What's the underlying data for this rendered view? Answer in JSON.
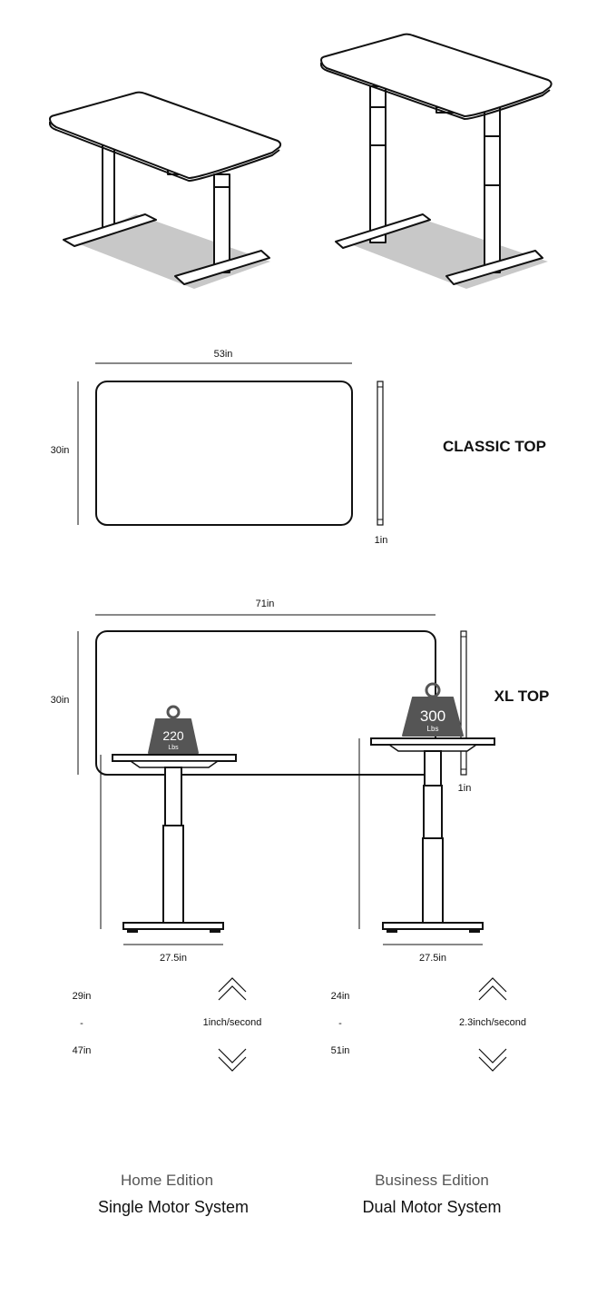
{
  "classic_top": {
    "label": "CLASSIC TOP",
    "width": "53in",
    "depth": "30in",
    "thickness": "1in"
  },
  "xl_top": {
    "label": "XL TOP",
    "width": "71in",
    "depth": "30in",
    "thickness": "1in"
  },
  "home_edition": {
    "weight_value": "220",
    "weight_unit": "Lbs",
    "height_min": "29in",
    "height_sep": "-",
    "height_max": "47in",
    "speed": "1inch/second",
    "base_width": "27.5in",
    "edition": "Home Edition",
    "system": "Single Motor System"
  },
  "business_edition": {
    "weight_value": "300",
    "weight_unit": "Lbs",
    "height_min": "24in",
    "height_sep": "-",
    "height_max": "51in",
    "speed": "2.3inch/second",
    "base_width": "27.5in",
    "edition": "Business Edition",
    "system": "Dual Motor System"
  },
  "colors": {
    "line": "#111111",
    "weight_fill": "#555555",
    "shadow": "#c8c8c8"
  },
  "icons": [
    "single-motor-desk-icon",
    "dual-motor-desk-icon",
    "weight-icon",
    "chevron-up-icon",
    "chevron-down-icon"
  ]
}
